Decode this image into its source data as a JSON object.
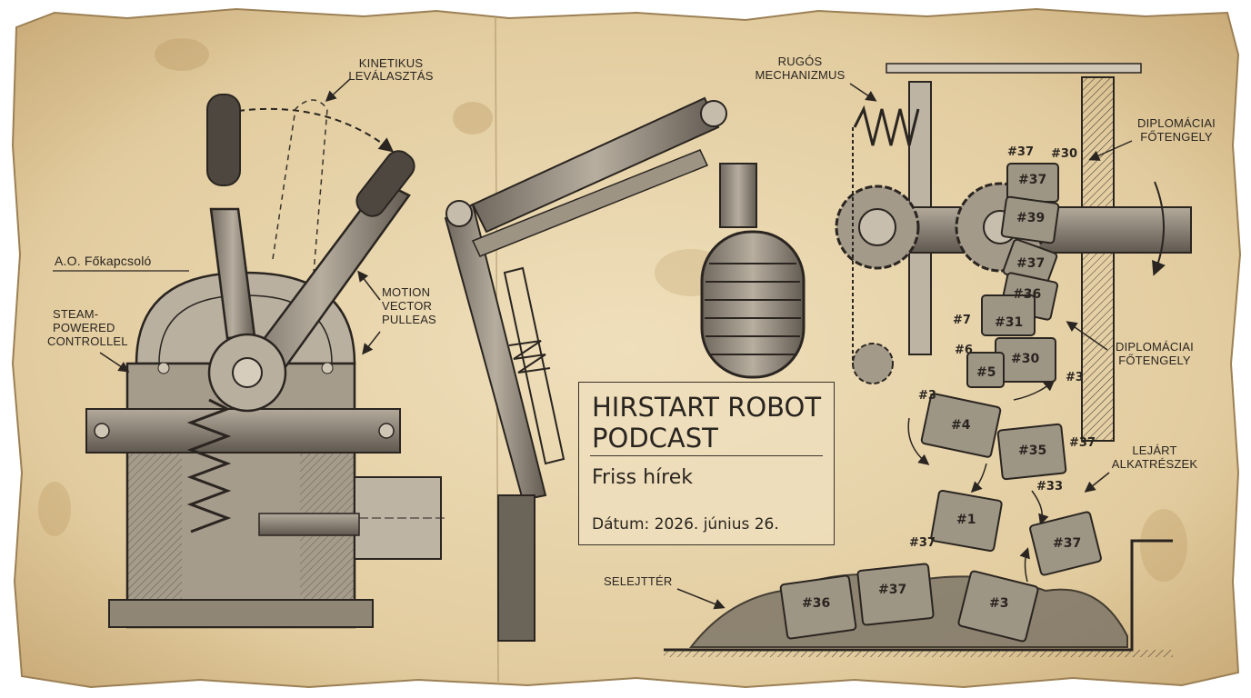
{
  "title_card": {
    "line1": "HIRSTART ROBOT",
    "line2": "PODCAST",
    "subtitle": "Friss hírek",
    "date": "Dátum: 2026. június 26."
  },
  "labels": {
    "kinetikus": "KINETIKUS",
    "levalasztas": "LEVÁLASZTÁS",
    "fokapcsolo": "A.O. Főkapcsoló",
    "steam1": "STEAM-",
    "steam2": "POWERED",
    "steam3": "CONTROLLEL",
    "motion1": "MOTION",
    "motion2": "VECTOR",
    "motion3": "PULLEAS",
    "rugos1": "RUGÓS",
    "rugos2": "MECHANIZMUS",
    "diplo1a": "DIPLOMÁCIAI",
    "diplo1b": "FŐTENGELY",
    "diplo2a": "DIPLOMÁCIAI",
    "diplo2b": "FŐTENGELY",
    "lejart1": "LEJÁRT",
    "lejart2": "ALKATRÉSZEK",
    "selejtter": "SELEJTTÉR"
  },
  "tags": {
    "t37a": "#37",
    "t30a": "#30",
    "t37b": "#37",
    "t39": "#39",
    "t37c": "#37",
    "t36a": "#36",
    "t7": "#7",
    "t31": "#31",
    "t6": "#6",
    "t5": "#5",
    "t30b": "#30",
    "t3a": "#3",
    "t3b": "#3",
    "t4": "#4",
    "t35": "#35",
    "t37d": "#37",
    "t33": "#33",
    "t1": "#1",
    "t37e": "#37",
    "t37f": "#37",
    "t36b": "#36",
    "t37g": "#37",
    "t3c": "#3"
  },
  "colors": {
    "paper": "#e9d7b0",
    "paper_dark": "#cdb486",
    "ink": "#2a2520",
    "metal": "#8a8276"
  }
}
